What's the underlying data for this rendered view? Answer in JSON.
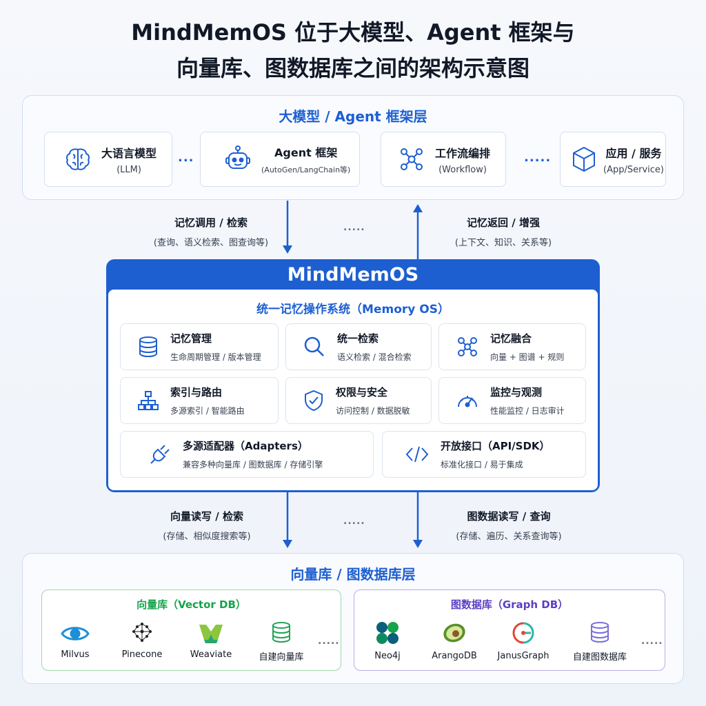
{
  "title": {
    "line1": "MindMemOS 位于大模型、Agent 框架与",
    "line2": "向量库、图数据库之间的架构示意图"
  },
  "top_layer": {
    "title": "大模型 / Agent 框架层",
    "cards": [
      {
        "title": "大语言模型",
        "sub": "(LLM)",
        "icon": "brain-icon"
      },
      {
        "title": "Agent 框架",
        "sub": "(AutoGen/LangChain等)",
        "icon": "robot-icon"
      },
      {
        "title": "工作流编排",
        "sub": "(Workflow)",
        "icon": "workflow-icon"
      },
      {
        "title": "应用 / 服务",
        "sub": "(App/Service)",
        "icon": "cube-icon"
      }
    ],
    "dots_a": "...",
    "dots_b": "....."
  },
  "upper_flow": {
    "left_main": "记忆调用 / 检索",
    "left_sub": "(查询、语义检索、图查询等)",
    "right_main": "记忆返回 / 增强",
    "right_sub": "(上下文、知识、关系等)",
    "dots": "....."
  },
  "core": {
    "name": "MindMemOS",
    "subtitle": "统一记忆操作系统（Memory OS）",
    "modules": [
      {
        "title": "记忆管理",
        "sub": "生命周期管理 / 版本管理",
        "icon": "database-icon"
      },
      {
        "title": "统一检索",
        "sub": "语义检索 / 混合检索",
        "icon": "search-icon"
      },
      {
        "title": "记忆融合",
        "sub": "向量 + 图谱 + 规则",
        "icon": "graph-fusion-icon"
      },
      {
        "title": "索引与路由",
        "sub": "多源索引 / 智能路由",
        "icon": "hierarchy-icon"
      },
      {
        "title": "权限与安全",
        "sub": "访问控制 / 数据脱敏",
        "icon": "shield-icon"
      },
      {
        "title": "监控与观测",
        "sub": "性能监控 / 日志审计",
        "icon": "gauge-icon"
      },
      {
        "title": "多源适配器（Adapters）",
        "sub": "兼容多种向量库 / 图数据库 / 存储引擎",
        "icon": "plug-icon"
      },
      {
        "title": "开放接口（API/SDK）",
        "sub": "标准化接口 / 易于集成",
        "icon": "code-icon"
      }
    ]
  },
  "lower_flow": {
    "left_main": "向量读写 / 检索",
    "left_sub": "(存储、相似度搜索等)",
    "right_main": "图数据读写 / 查询",
    "right_sub": "(存储、遍历、关系查询等)",
    "dots": "....."
  },
  "bottom_layer": {
    "title": "向量库 / 图数据库层",
    "vector": {
      "title": "向量库（Vector DB）",
      "items": [
        {
          "label": "Milvus",
          "icon": "milvus-eye-icon"
        },
        {
          "label": "Pinecone",
          "icon": "pinecone-icon"
        },
        {
          "label": "Weaviate",
          "icon": "weaviate-icon"
        },
        {
          "label": "自建向量库",
          "icon": "database-icon"
        }
      ],
      "dots": "....."
    },
    "graph": {
      "title": "图数据库（Graph DB）",
      "items": [
        {
          "label": "Neo4j",
          "icon": "neo4j-icon"
        },
        {
          "label": "ArangoDB",
          "icon": "avocado-icon"
        },
        {
          "label": "JanusGraph",
          "icon": "janusgraph-icon"
        },
        {
          "label": "自建图数据库",
          "icon": "database-icon"
        }
      ],
      "dots": "....."
    }
  },
  "colors": {
    "accent": "#1d5fd1",
    "vector_green": "#16a34a",
    "graph_purple": "#5b3fc4"
  }
}
